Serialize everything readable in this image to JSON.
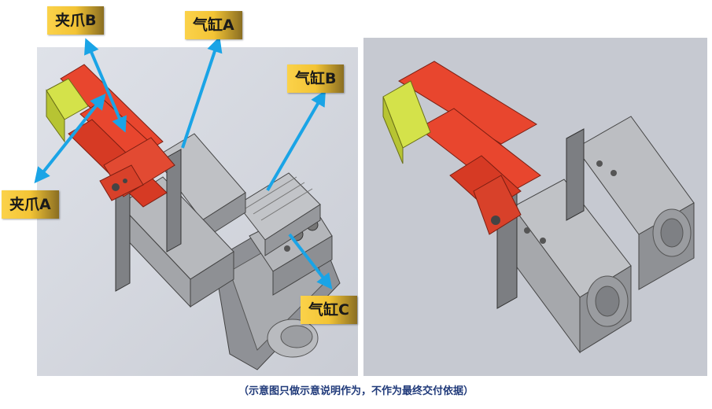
{
  "labels": {
    "clamp_b": "夹爪B",
    "cylinder_a": "气缸A",
    "cylinder_b": "气缸B",
    "clamp_a": "夹爪A",
    "cylinder_c": "气缸C"
  },
  "caption": "（示意图只做示意说明作为，不作为最终交付依据）",
  "colors": {
    "jaw_red": "#e8462e",
    "jaw_yellow": "#d4e24a",
    "metal_gray": "#9ea0a4",
    "arrow_blue": "#1aa4e6",
    "label_gold": "#f3c435"
  }
}
